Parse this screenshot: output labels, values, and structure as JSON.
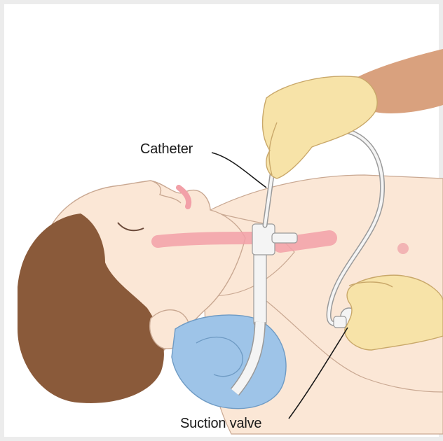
{
  "labels": {
    "catheter": "Catheter",
    "suction_valve": "Suction valve"
  },
  "colors": {
    "background": "#ececec",
    "panel": "#ffffff",
    "skin": "#fbe7d6",
    "skin_outline": "#c9a892",
    "hair": "#8a5a3a",
    "glove": "#f7e3a8",
    "caregiver_skin": "#d9a17e",
    "pillow": "#9ec4e8",
    "highlight": "#f2a0a8",
    "tube": "#f4f4f4"
  },
  "icons": {
    "subject": "patient-lying-supine",
    "device": "tracheostomy-tube",
    "tool": "suction-catheter"
  }
}
